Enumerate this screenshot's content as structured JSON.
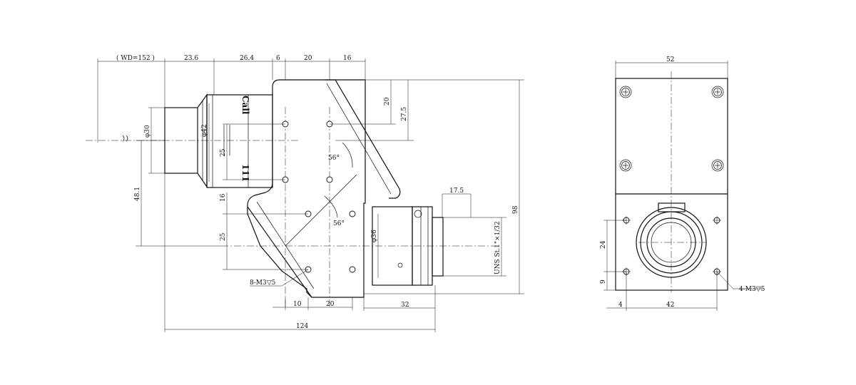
{
  "dims": {
    "wd": "( WD=152 )",
    "d_23_6": "23.6",
    "d_26_4": "26.4",
    "d_6": "6",
    "d_20_top": "20",
    "d_16_top": "16",
    "d_20_right": "20",
    "d_27_5": "27.5",
    "d_98": "98",
    "phi_30": "φ30",
    "phi_42": "φ42",
    "d_25_upper": "25",
    "d_16_left": "16",
    "d_25_lower": "25",
    "d_48_1": "48.1",
    "angle_upper": "56°",
    "angle_lower": "56°",
    "d_17_5": "17.5",
    "phi_36": "φ36",
    "thread": "UNS St.1\"×1/32",
    "screw_left": "8-M3▽5",
    "d_10": "10",
    "d_20_bottom": "20",
    "d_32": "32",
    "d_124": "124",
    "d_52": "52",
    "d_24": "24",
    "d_9": "9",
    "d_4": "4",
    "d_42": "42",
    "screw_right": "4-M3▽5"
  },
  "lens_text": "Call",
  "lens_text_2": "111"
}
